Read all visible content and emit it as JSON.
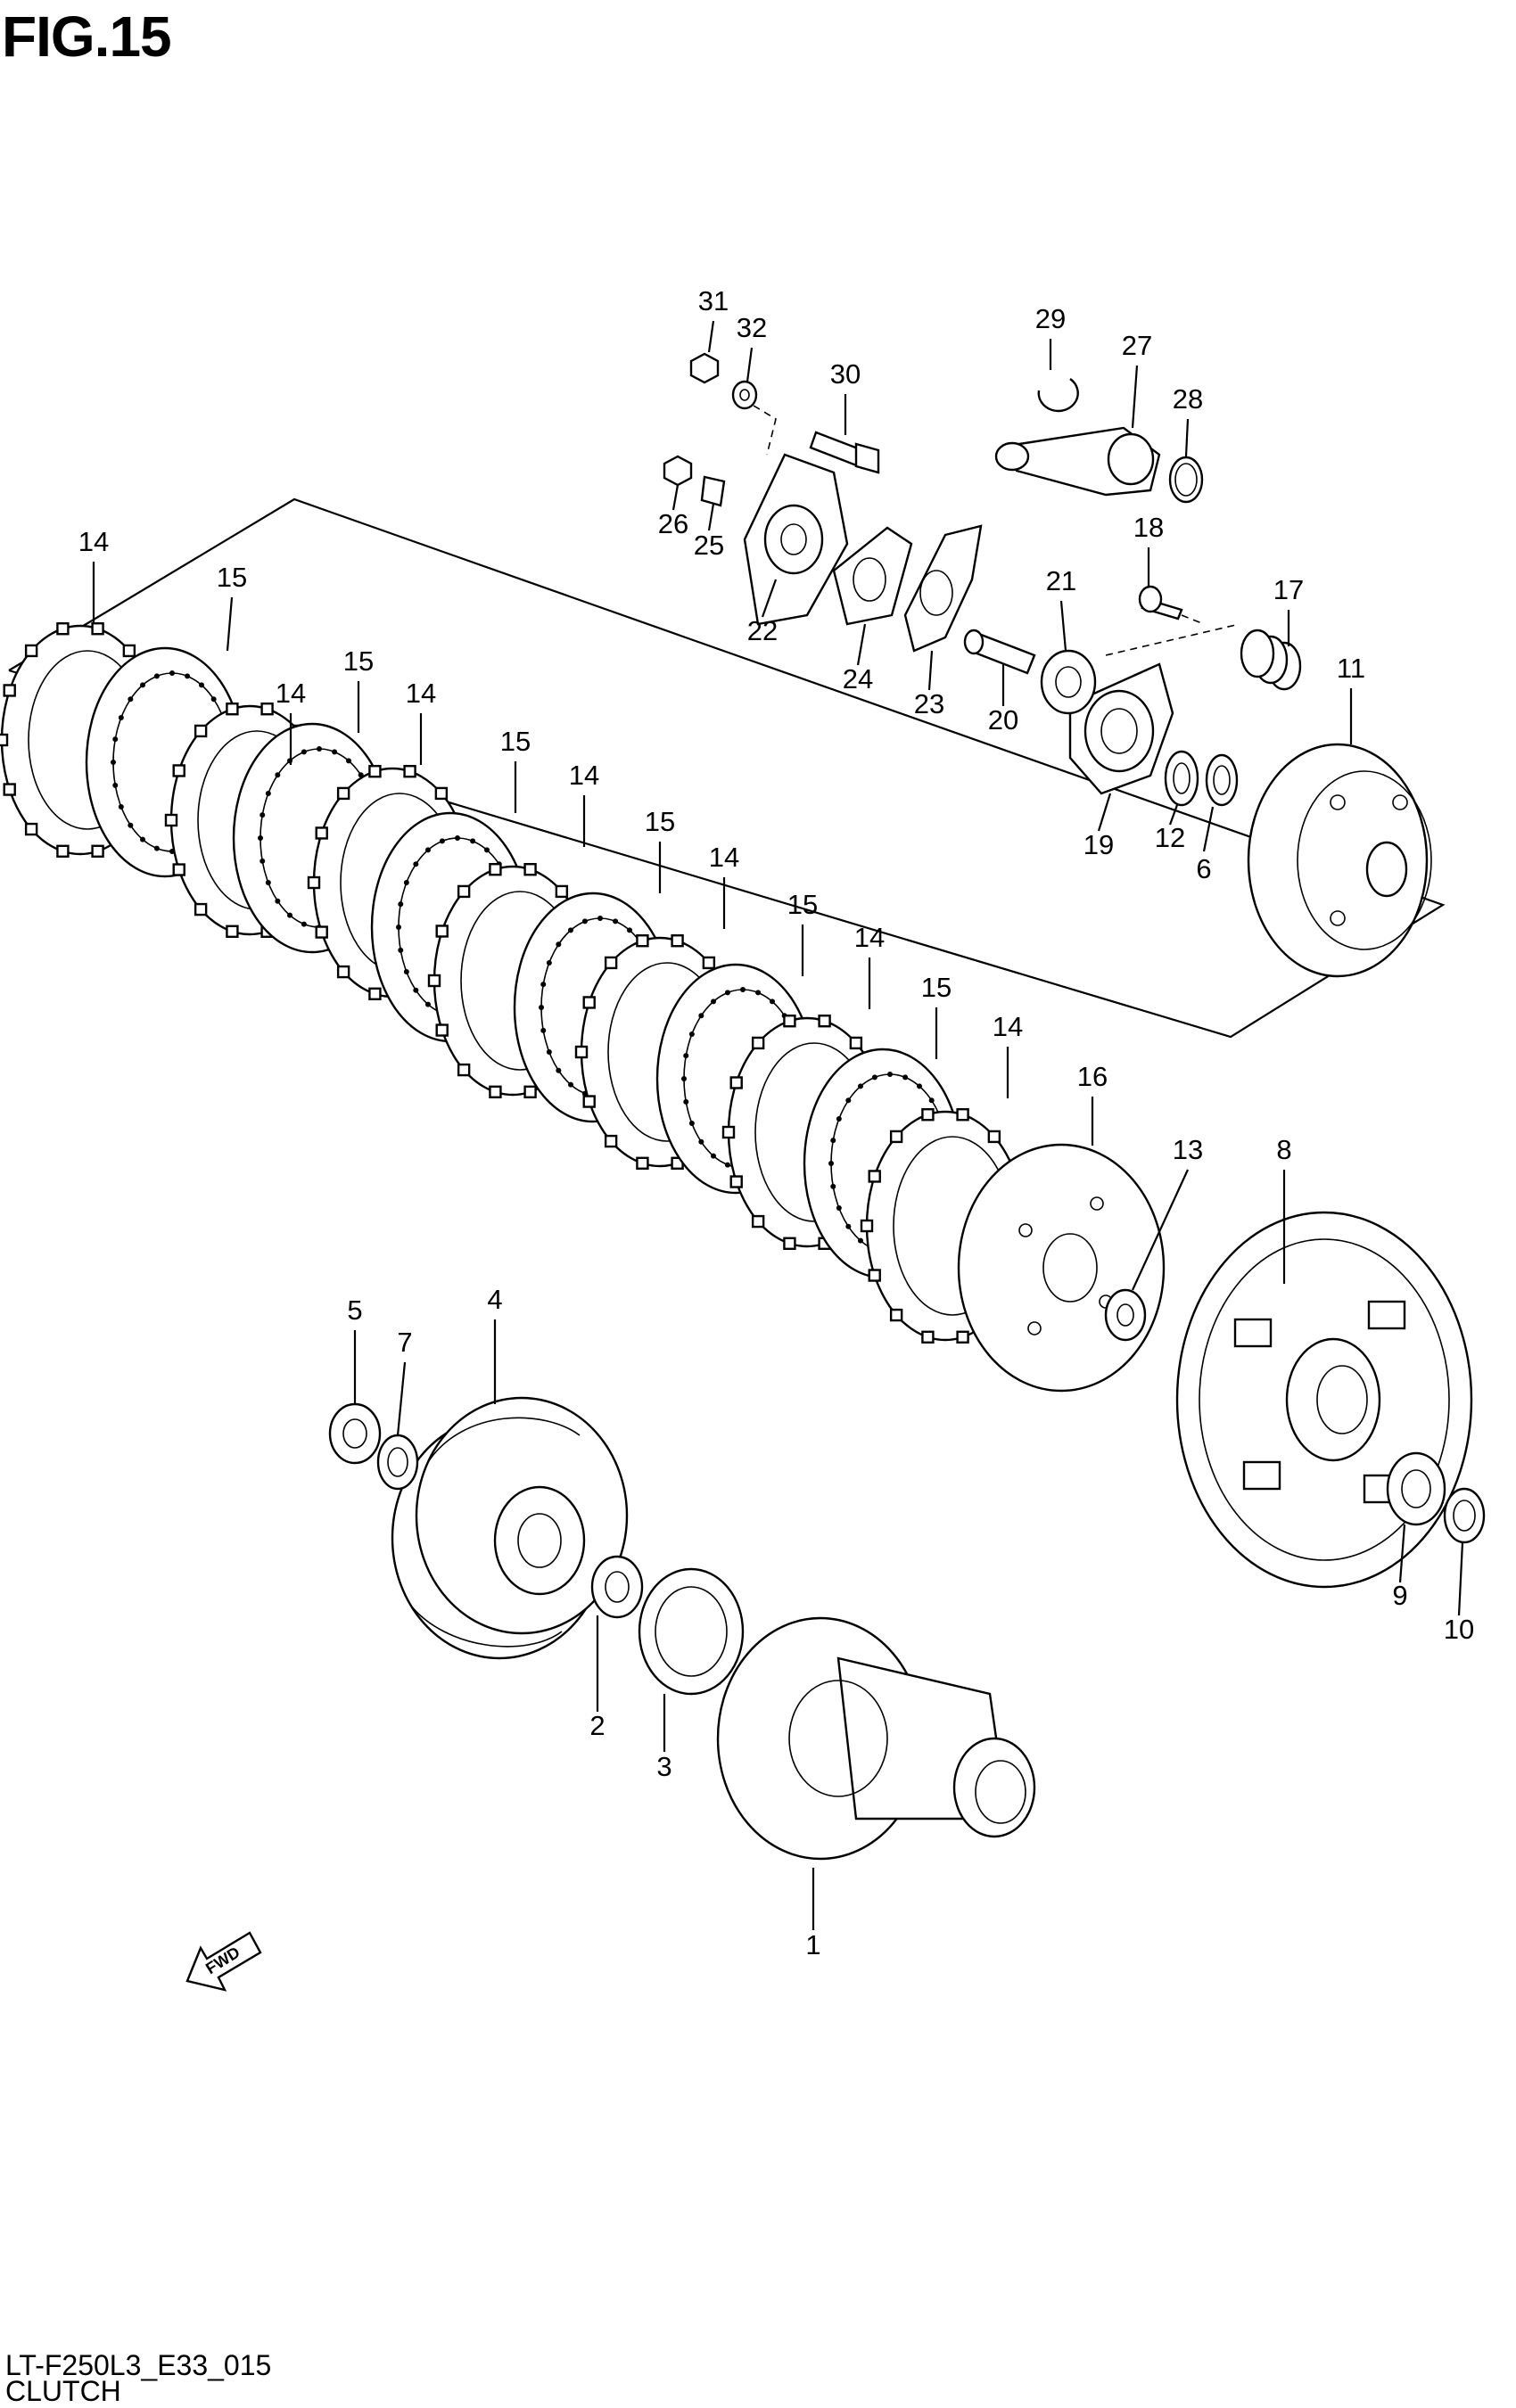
{
  "figure": {
    "title": "FIG.15",
    "code": "LT-F250L3_E33_015",
    "caption": "CLUTCH",
    "fwd_label": "FWD"
  },
  "callouts": [
    "1",
    "2",
    "3",
    "4",
    "5",
    "6",
    "7",
    "8",
    "9",
    "10",
    "11",
    "12",
    "13",
    "14",
    "15",
    "16",
    "17",
    "18",
    "19",
    "20",
    "21",
    "22",
    "23",
    "24",
    "25",
    "26",
    "27",
    "28",
    "29",
    "30",
    "31",
    "32"
  ],
  "plate_stack_labels": [
    "14",
    "15",
    "14",
    "15",
    "14",
    "15",
    "14",
    "15",
    "14",
    "15",
    "14",
    "15",
    "14"
  ]
}
